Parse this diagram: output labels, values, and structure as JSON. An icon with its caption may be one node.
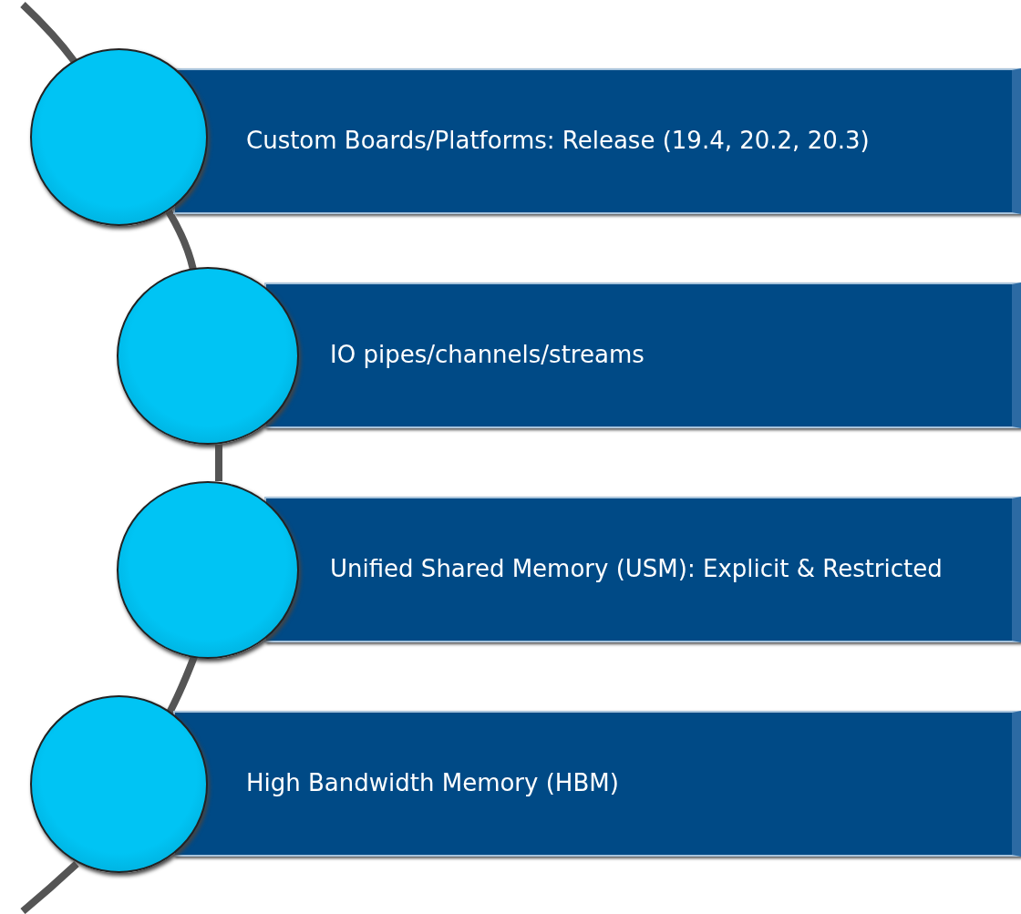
{
  "diagram": {
    "nodes": [
      {
        "text": [],
        "shape": "circle"
      },
      {
        "text": [
          "Custom Boards/Platforms: Release (19.4, 20.2, 20.3)"
        ]
      },
      {
        "text": [],
        "shape": "circle"
      },
      {
        "text": [
          "IO pipes/channels/streams"
        ]
      },
      {
        "text": [],
        "shape": "circle"
      },
      {
        "text": [
          "Unified Shared Memory (USM): Explicit & Restricted"
        ]
      },
      {
        "text": [],
        "shape": "circle"
      },
      {
        "text": [
          "High Bandwidth Memory (HBM)"
        ]
      }
    ],
    "edges": [
      {
        "from": null,
        "to": 0,
        "arrow": "none"
      },
      {
        "from": 0,
        "to": 2,
        "arrow": "none"
      },
      {
        "from": 2,
        "to": 4,
        "arrow": "none"
      },
      {
        "from": 4,
        "to": 6,
        "arrow": "none"
      },
      {
        "from": 6,
        "to": null,
        "arrow": "none"
      }
    ]
  }
}
